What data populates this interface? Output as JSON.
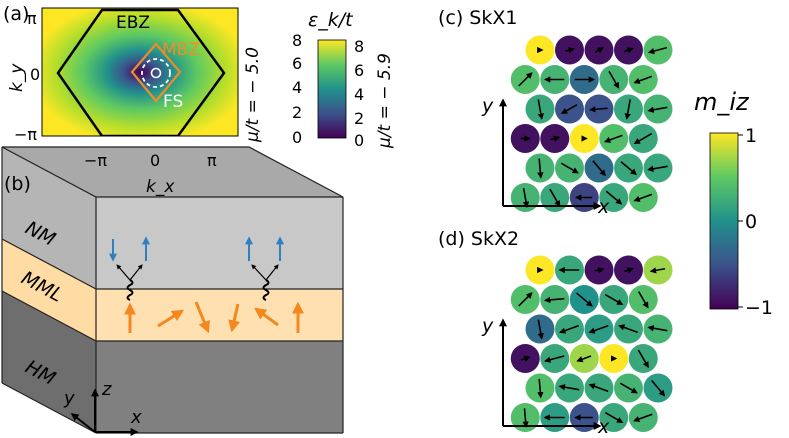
{
  "panel_a": {
    "label": "(a)",
    "ky_label": "k_y",
    "kx_label": "k_x",
    "ky_ticks": [
      "π",
      "0",
      "−π"
    ],
    "kx_ticks": [
      "−π",
      "0",
      "π"
    ],
    "ebz_label": "EBZ",
    "mbz_label": "MBZ",
    "fs_label": "FS",
    "mu_left": "μ/t = − 5.0",
    "mu_right": "μ/t = − 5.9",
    "colorbar_title": "ε_k/t",
    "colorbar_ticks_left": [
      "8",
      "6",
      "4",
      "2",
      "0"
    ],
    "colorbar_ticks_right": [
      "8",
      "6",
      "4",
      "2",
      "0"
    ],
    "colors": {
      "ebz": "#000000",
      "mbz": "#f08c28",
      "fs": "#ffffff"
    }
  },
  "panel_b": {
    "label": "(b)",
    "layers": [
      {
        "name": "NM",
        "color": "#c8c8c8"
      },
      {
        "name": "MML",
        "color": "#ffe0b0"
      },
      {
        "name": "HM",
        "color": "#808080"
      }
    ],
    "axes": {
      "z": "z",
      "y": "y",
      "x": "x"
    },
    "colors": {
      "electron_spin": "#2f7fc1",
      "magnetic_moment": "#f5871f"
    }
  },
  "panel_c": {
    "label": "(c) SkX1",
    "x_axis": "x",
    "y_axis": "y"
  },
  "panel_d": {
    "label": "(d) SkX2",
    "x_axis": "x",
    "y_axis": "y"
  },
  "colorbar_m": {
    "title": "m_iz",
    "ticks": [
      "1",
      "0",
      "−1"
    ]
  },
  "lattice_c": [
    [
      1.0,
      -0.9,
      -0.9,
      -0.9,
      0.4
    ],
    [
      0.4,
      0.3,
      -0.3,
      0.3,
      0.4
    ],
    [
      0.2,
      -0.5,
      -0.5,
      0.2,
      0.3
    ],
    [
      -0.9,
      -0.9,
      1.0,
      0.4,
      0.2
    ],
    [
      0.3,
      0.3,
      -0.3,
      0.2,
      0.2
    ],
    [
      0.3,
      0.2,
      -0.6,
      0.2,
      0.4
    ]
  ],
  "lattice_d": [
    [
      1.0,
      0.2,
      -0.9,
      -0.9,
      0.7
    ],
    [
      0.4,
      0.3,
      0.0,
      0.2,
      0.4
    ],
    [
      -0.3,
      0.2,
      0.1,
      0.2,
      0.3
    ],
    [
      -0.9,
      0.2,
      0.7,
      1.0,
      0.2
    ],
    [
      0.4,
      0.2,
      0.2,
      0.3,
      0.1
    ],
    [
      0.4,
      0.1,
      -0.5,
      0.2,
      0.3
    ]
  ],
  "arrows_c": [
    [
      0,
      15,
      30,
      20,
      195
    ],
    [
      45,
      180,
      0,
      300,
      200
    ],
    [
      280,
      210,
      185,
      260,
      190
    ],
    [
      0,
      15,
      0,
      200,
      210
    ],
    [
      275,
      330,
      310,
      320,
      190
    ],
    [
      280,
      300,
      180,
      320,
      200
    ]
  ],
  "arrows_d": [
    [
      0,
      180,
      10,
      20,
      190
    ],
    [
      45,
      185,
      320,
      330,
      300
    ],
    [
      280,
      200,
      200,
      160,
      170
    ],
    [
      20,
      195,
      200,
      0,
      300
    ],
    [
      275,
      170,
      160,
      330,
      310
    ],
    [
      275,
      180,
      180,
      330,
      200
    ]
  ]
}
